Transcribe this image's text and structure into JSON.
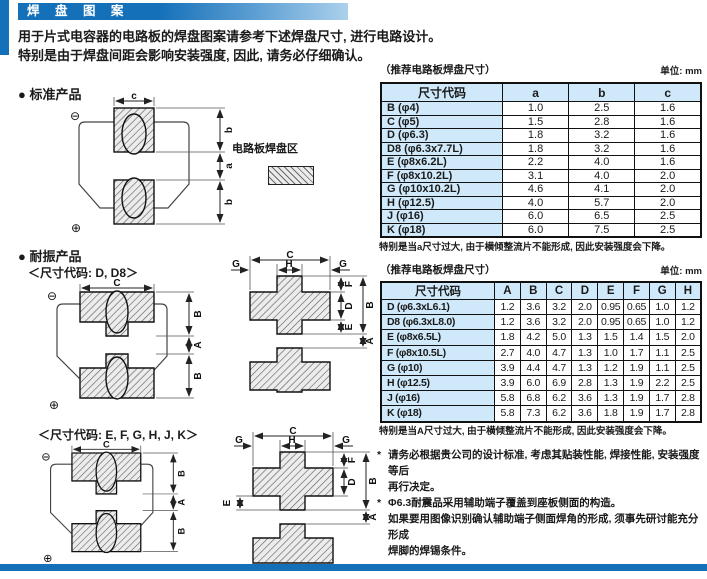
{
  "page": {
    "title": "焊 盘 图 案",
    "intro_line1": "用于片式电容器的电路板的焊盘图案请参考下述焊盘尺寸, 进行电路设计。",
    "intro_line2": "特别是由于焊盘间距会影响安装强度, 因此, 请务必仔细确认。"
  },
  "sections": {
    "standard_heading": "● 标准产品",
    "vibration_heading": "● 耐振产品",
    "code_dd8": "＜尺寸代码: D, D8＞",
    "code_efghjk": "＜尺寸代码: E, F, G, H, J, K＞"
  },
  "diagrams": {
    "legend_label": "电路板焊盘区",
    "dims": {
      "a": "a",
      "b": "b",
      "c": "c",
      "A": "A",
      "B": "B",
      "C": "C",
      "D": "D",
      "E": "E",
      "F": "F",
      "G": "G",
      "H": "H"
    },
    "polarity": {
      "minus": "⊖",
      "plus": "⊕"
    }
  },
  "table1": {
    "caption": "（推荐电路板焊盘尺寸）",
    "unit": "单位: mm",
    "headers": [
      "尺寸代码",
      "a",
      "b",
      "c"
    ],
    "rows": [
      [
        "B (φ4)",
        "1.0",
        "2.5",
        "1.6"
      ],
      [
        "C (φ5)",
        "1.5",
        "2.8",
        "1.6"
      ],
      [
        "D (φ6.3)",
        "1.8",
        "3.2",
        "1.6"
      ],
      [
        "D8 (φ6.3x7.7L)",
        "1.8",
        "3.2",
        "1.6"
      ],
      [
        "E (φ8x6.2L)",
        "2.2",
        "4.0",
        "1.6"
      ],
      [
        "F (φ8x10.2L)",
        "3.1",
        "4.0",
        "2.0"
      ],
      [
        "G (φ10x10.2L)",
        "4.6",
        "4.1",
        "2.0"
      ],
      [
        "H (φ12.5)",
        "4.0",
        "5.7",
        "2.0"
      ],
      [
        "J (φ16)",
        "6.0",
        "6.5",
        "2.5"
      ],
      [
        "K (φ18)",
        "6.0",
        "7.5",
        "2.5"
      ]
    ],
    "note": "特别是当a尺寸过大, 由于横倾整流片不能形成, 因此安装强度会下降。"
  },
  "table2": {
    "caption": "（推荐电路板焊盘尺寸）",
    "unit": "单位: mm",
    "headers": [
      "尺寸代码",
      "A",
      "B",
      "C",
      "D",
      "E",
      "F",
      "G",
      "H"
    ],
    "rows": [
      [
        "D (φ6.3xL6.1)",
        "1.2",
        "3.6",
        "3.2",
        "2.0",
        "0.95",
        "0.65",
        "1.0",
        "1.2"
      ],
      [
        "D8 (φ6.3xL8.0)",
        "1.2",
        "3.6",
        "3.2",
        "2.0",
        "0.95",
        "0.65",
        "1.0",
        "1.2"
      ],
      [
        "E (φ8x6.5L)",
        "1.8",
        "4.2",
        "5.0",
        "1.3",
        "1.5",
        "1.4",
        "1.5",
        "2.0"
      ],
      [
        "F (φ8x10.5L)",
        "2.7",
        "4.0",
        "4.7",
        "1.3",
        "1.0",
        "1.7",
        "1.1",
        "2.5"
      ],
      [
        "G (φ10)",
        "3.9",
        "4.4",
        "4.7",
        "1.3",
        "1.2",
        "1.9",
        "1.1",
        "2.5"
      ],
      [
        "H (φ12.5)",
        "3.9",
        "6.0",
        "6.9",
        "2.8",
        "1.3",
        "1.9",
        "2.2",
        "2.5"
      ],
      [
        "J (φ16)",
        "5.8",
        "6.8",
        "6.2",
        "3.6",
        "1.3",
        "1.9",
        "1.7",
        "2.8"
      ],
      [
        "K (φ18)",
        "5.8",
        "7.3",
        "6.2",
        "3.6",
        "1.8",
        "1.9",
        "1.7",
        "2.8"
      ]
    ],
    "note": "特别是当A尺寸过大, 由于横倾整流片不能形成, 因此安装强度会下降。"
  },
  "footnotes": {
    "marker": "*",
    "n1_line1": "请务必根据贵公司的设计标准, 考虑其贴装性能, 焊接性能, 安装强度等后",
    "n1_line2": "再行决定。",
    "n2_line1": "Φ6.3耐震品采用辅助端子覆盖到座板侧面的构造。",
    "n2_line2": "如果要用图像识别确认辅助端子侧面焊角的形成, 须事先研讨能充分形成",
    "n2_line3": "焊脚的焊锡条件。"
  }
}
